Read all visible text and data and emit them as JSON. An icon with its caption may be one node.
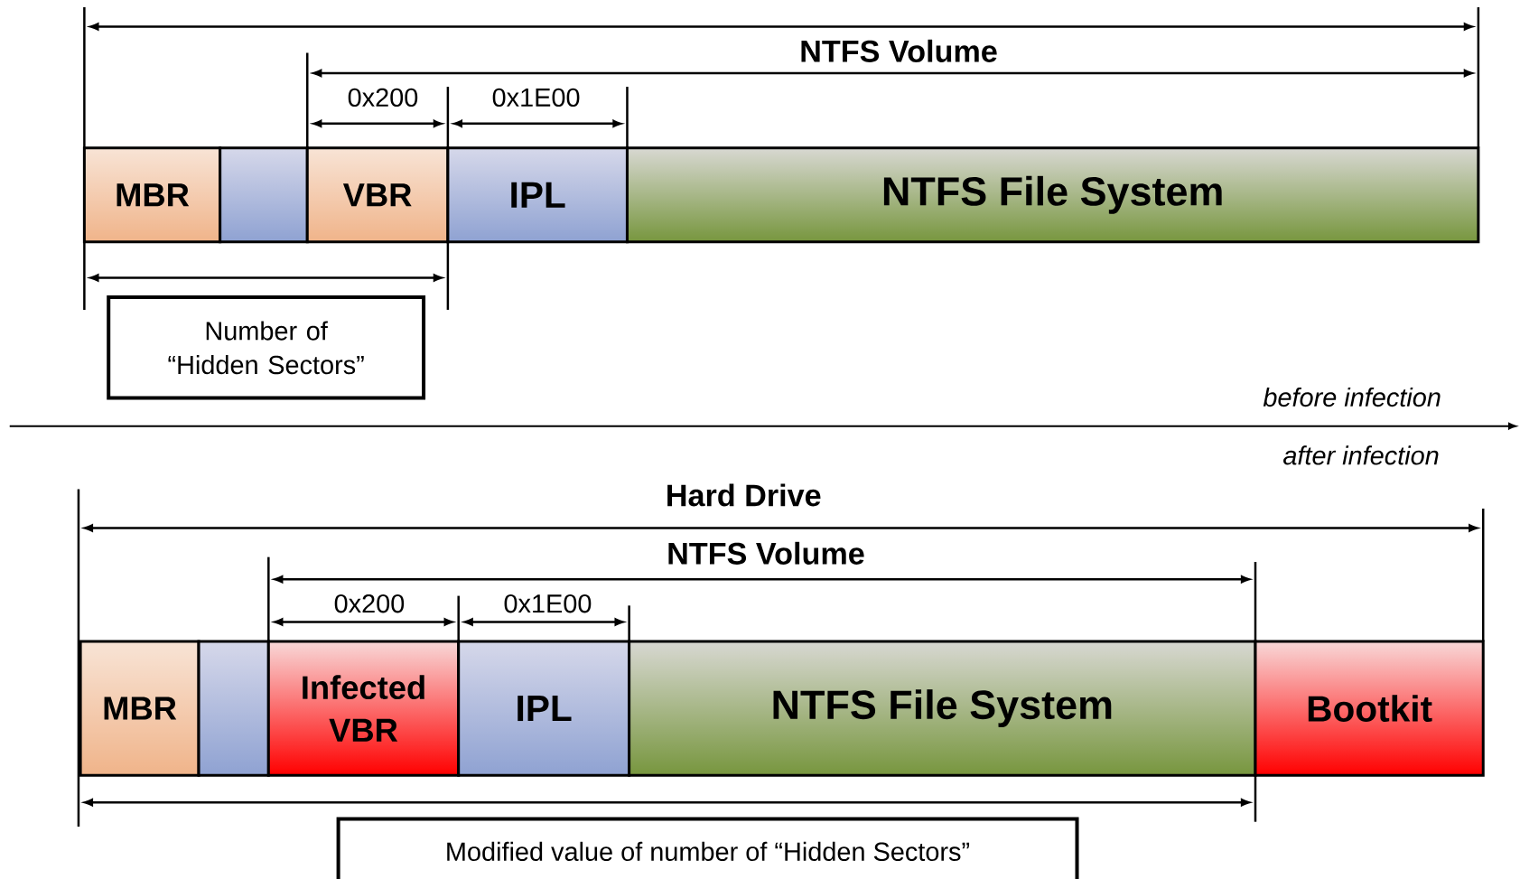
{
  "diagram": {
    "nodes": [
      {
        "text": [
          "MBR"
        ]
      },
      {
        "text": [],
        "shape": "box"
      },
      {
        "text": [
          "VBR"
        ]
      },
      {
        "text": [
          "IPL"
        ]
      },
      {
        "text": [
          "NTFS File System"
        ]
      },
      {
        "text": [
          "Number of “Hidden Sectors”"
        ]
      },
      {
        "text": [
          "MBR"
        ]
      },
      {
        "text": [],
        "shape": "box"
      },
      {
        "text": [
          "Infected VBR"
        ]
      },
      {
        "text": [
          "IPL"
        ]
      },
      {
        "text": [
          "NTFS File System"
        ]
      },
      {
        "text": [
          "Bootkit"
        ]
      },
      {
        "text": [
          "Modified value of number of “Hidden Sectors”"
        ]
      }
    ],
    "labels": [
      "NTFS Volume",
      "0x200",
      "0x1E00",
      "before infection",
      "after infection",
      "Hard Drive",
      "NTFS Volume",
      "0x200",
      "0x1E00"
    ]
  }
}
